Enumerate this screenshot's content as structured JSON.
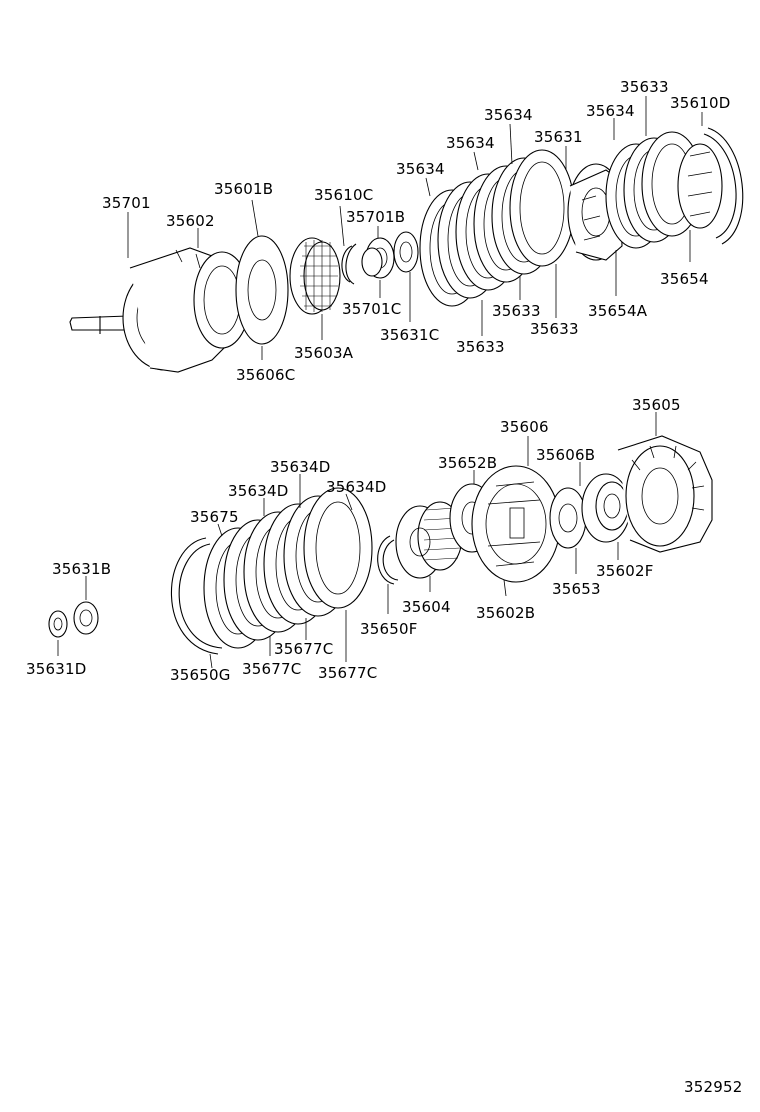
{
  "diagram": {
    "figure_number": "352952",
    "labels": {
      "p35701": "35701",
      "p35602": "35602",
      "p35601B": "35601B",
      "p35610C": "35610C",
      "p35701B": "35701B",
      "p35634_a": "35634",
      "p35634_b": "35634",
      "p35634_c": "35634",
      "p35634_d": "35634",
      "p35631": "35631",
      "p35633_a": "35633",
      "p35610D": "35610D",
      "p35654": "35654",
      "p35654A": "35654A",
      "p35633_b": "35633",
      "p35633_c": "35633",
      "p35633_d": "35633",
      "p35631C": "35631C",
      "p35701C": "35701C",
      "p35603A": "35603A",
      "p35606C": "35606C",
      "p35605": "35605",
      "p35606": "35606",
      "p35652B": "35652B",
      "p35606B": "35606B",
      "p35634D_a": "35634D",
      "p35634D_b": "35634D",
      "p35634D_c": "35634D",
      "p35675": "35675",
      "p35631B": "35631B",
      "p35631D": "35631D",
      "p35650G": "35650G",
      "p35677C_a": "35677C",
      "p35677C_b": "35677C",
      "p35677C_c": "35677C",
      "p35650F": "35650F",
      "p35604": "35604",
      "p35602B": "35602B",
      "p35653": "35653",
      "p35602F": "35602F"
    }
  }
}
